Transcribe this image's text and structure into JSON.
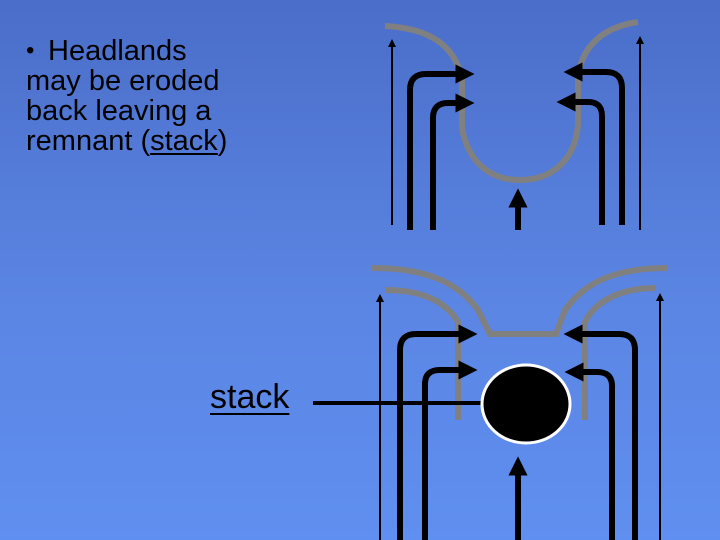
{
  "bullet": {
    "marker": "•",
    "line1": "Headlands",
    "line2": "may be eroded",
    "line3": "back leaving a",
    "line4_prefix": "remnant (",
    "line4_link": "stack",
    "line4_suffix": ")"
  },
  "stack_label": "stack",
  "colors": {
    "background_top": "#4a6ec9",
    "background_bottom": "#5f8ff0",
    "coastline": "#808080",
    "arrows": "#000000",
    "stack_fill": "#000000",
    "stack_outline": "#ffffff"
  }
}
